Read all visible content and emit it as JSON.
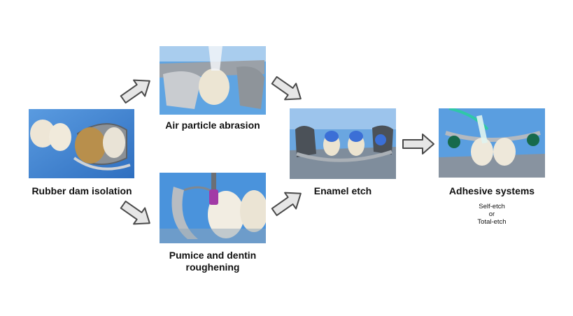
{
  "steps": {
    "rubber_dam": {
      "label": "Rubber dam isolation"
    },
    "air_abrasion": {
      "label": "Air particle abrasion"
    },
    "pumice": {
      "label_line1": "Pumice and dentin",
      "label_line2": "roughening"
    },
    "enamel_etch": {
      "label": "Enamel etch"
    },
    "adhesive": {
      "label": "Adhesive systems",
      "option1": "Self-etch",
      "connector": "or",
      "option2": "Total-etch"
    }
  },
  "colors": {
    "rubber_dam_blue": "#3f86d4",
    "arrow_fill": "#e6e6e6",
    "arrow_stroke": "#4a4a4a",
    "etch_blue": "#3b6fd6",
    "adhesive_green": "#2fc8a8"
  }
}
